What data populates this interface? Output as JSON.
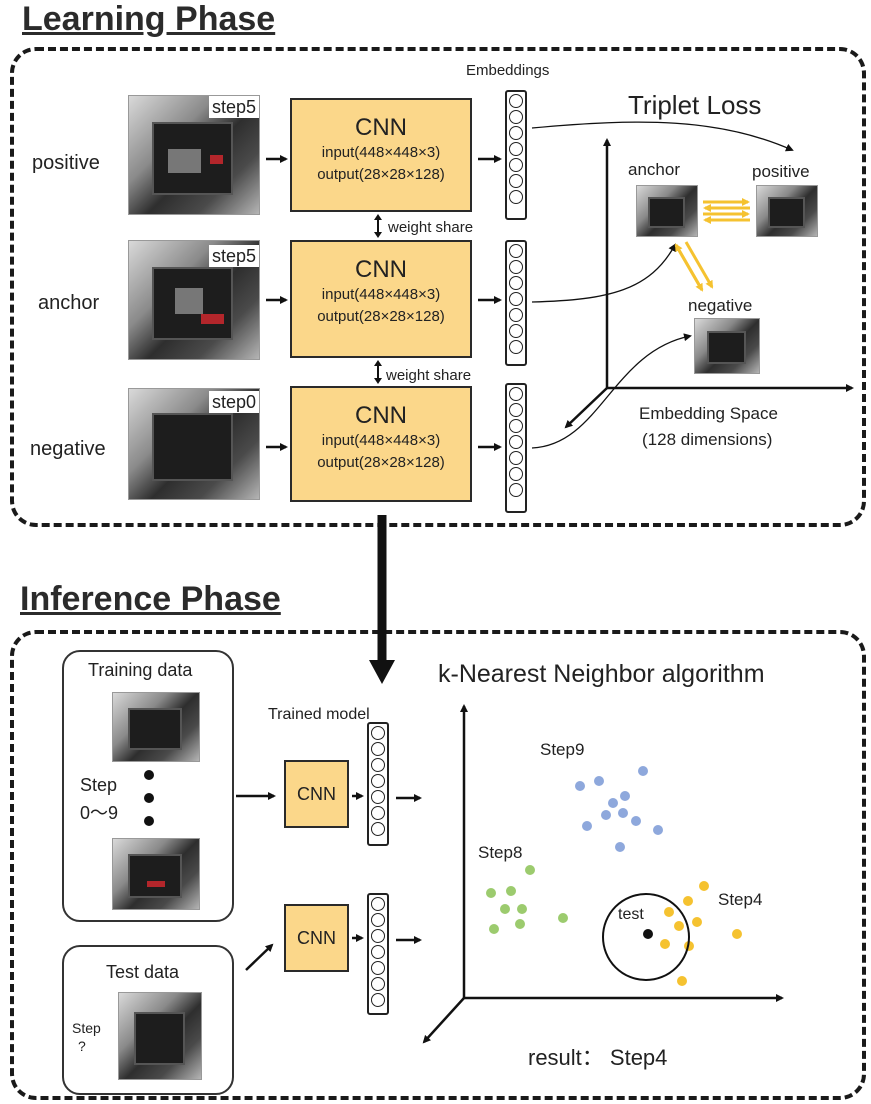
{
  "learning": {
    "title": "Learning Phase",
    "rows": [
      {
        "label": "positive",
        "step": "step5"
      },
      {
        "label": "anchor",
        "step": "step5"
      },
      {
        "label": "negative",
        "step": "step0"
      }
    ],
    "cnn_title": "CNN",
    "cnn_input": "input(448×448×3)",
    "cnn_output": "output(28×28×128)",
    "weight_share": "weight share",
    "embeddings": "Embeddings",
    "triplet_loss": "Triplet Loss",
    "space_anchor": "anchor",
    "space_positive": "positive",
    "space_negative": "negative",
    "embedding_space": "Embedding Space",
    "dimensions": "(128 dimensions)"
  },
  "inference": {
    "title": "Inference Phase",
    "training_data": "Training data",
    "step_range_a": "Step",
    "step_range_b": "0〜9",
    "test_data": "Test data",
    "test_step_a": "Step",
    "test_step_b": "?",
    "trained_model": "Trained model",
    "cnn_title": "CNN",
    "knn": "k-Nearest Neighbor algorithm",
    "step9": "Step9",
    "step8": "Step8",
    "step4": "Step4",
    "test": "test",
    "result": "result： Step4"
  },
  "colors": {
    "cnn_fill": "#fbd78a",
    "step9": "#8ea8dc",
    "step8": "#9ccb6e",
    "step4": "#f5c230",
    "triplet_arrow": "#f5c230"
  }
}
